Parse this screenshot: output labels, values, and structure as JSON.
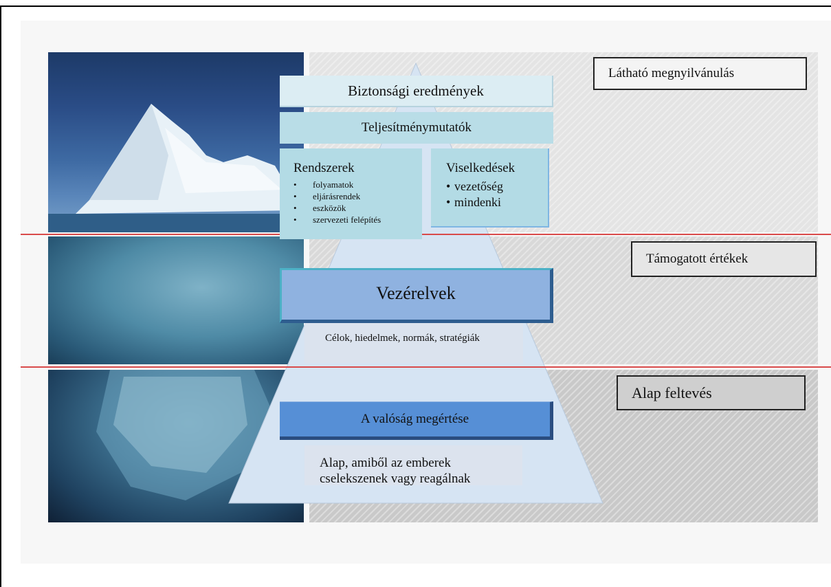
{
  "layers": {
    "visible": {
      "label": "Látható megnyilvánulás",
      "outcomes": "Biztonsági eredmények",
      "performance": "Teljesítménymutatók",
      "systems": {
        "title": "Rendszerek",
        "items": [
          "folyamatok",
          "eljárásrendek",
          "eszközök",
          "szervezeti felépítés"
        ]
      },
      "behaviors": {
        "title": "Viselkedések",
        "items": [
          "vezetőség",
          "mindenki"
        ]
      }
    },
    "espoused": {
      "label": "Támogatott értékek",
      "principles": "Vezérelvek",
      "details": "Célok, hiedelmek, normák, stratégiák"
    },
    "basic": {
      "label": "Alap feltevés",
      "reality": "A valóság megértése",
      "details_line1": "Alap, amiből az emberek",
      "details_line2": "cselekszenek vagy reagálnak"
    }
  },
  "colors": {
    "divider": "#d94a4a",
    "principles_fill": "#8fb2e0",
    "reality_fill": "#568fd6"
  },
  "icons": [
    "iceberg-photo"
  ]
}
